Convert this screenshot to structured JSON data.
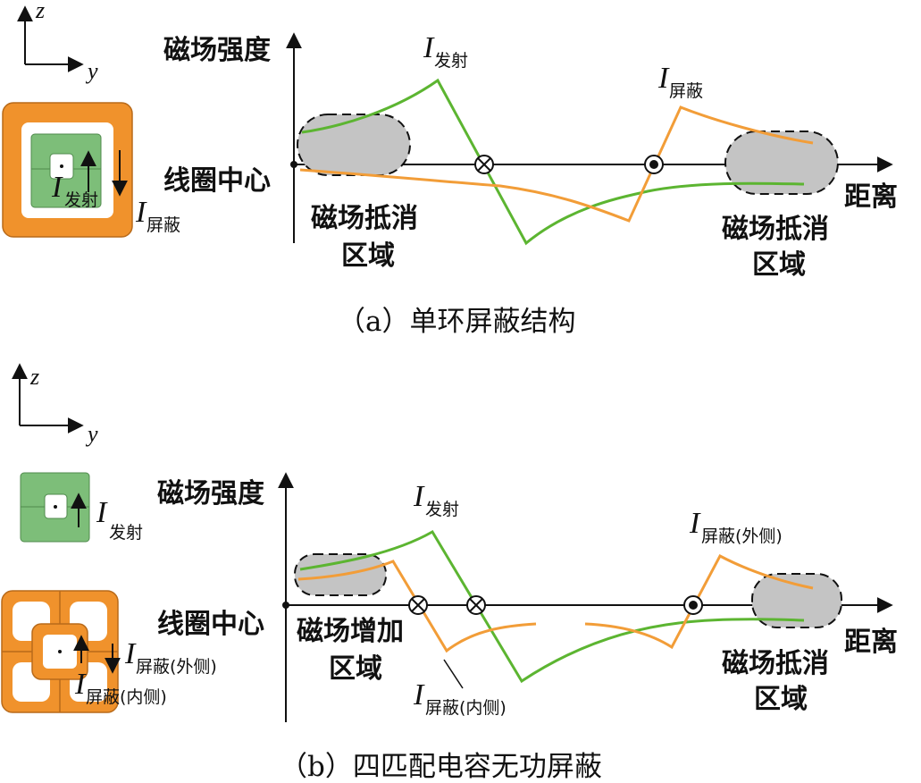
{
  "panel_a": {
    "caption": "（a）单环屏蔽结构",
    "axes": {
      "z": "z",
      "y": "y"
    },
    "y_axis_label": "磁场强度",
    "x_axis_label": "距离",
    "origin_label": "线圈中心",
    "emit_current": {
      "I": "I",
      "sub": "发射"
    },
    "shield_current": {
      "I": "I",
      "sub": "屏蔽"
    },
    "cancel_region_left": [
      "磁场抵消",
      "区域"
    ],
    "cancel_region_right": [
      "磁场抵消",
      "区域"
    ],
    "coil_emit_label": {
      "I": "I",
      "sub": "发射"
    },
    "coil_shield_label": {
      "I": "I",
      "sub": "屏蔽"
    }
  },
  "panel_b": {
    "caption": "（b）四匹配电容无功屏蔽",
    "axes": {
      "z": "z",
      "y": "y"
    },
    "y_axis_label": "磁场强度",
    "x_axis_label": "距离",
    "origin_label": "线圈中心",
    "emit_current": {
      "I": "I",
      "sub": "发射"
    },
    "shield_outer_current": {
      "I": "I",
      "sub": "屏蔽(外侧)"
    },
    "shield_inner_current": {
      "I": "I",
      "sub": "屏蔽(内侧)"
    },
    "increase_region": [
      "磁场增加",
      "区域"
    ],
    "cancel_region_right": [
      "磁场抵消",
      "区域"
    ],
    "coil_emit_label": {
      "I": "I",
      "sub": "发射"
    },
    "coil_shield_outer_label": {
      "I": "I",
      "sub": "屏蔽(外侧)"
    },
    "coil_shield_inner_label": {
      "I": "I",
      "sub": "屏蔽(内侧)"
    }
  },
  "colors": {
    "green": "#5cb531",
    "orange": "#f29d38",
    "region_fill": "#c4c4c4",
    "coil_green": "#7dbe79",
    "coil_orange": "#f0922c"
  }
}
